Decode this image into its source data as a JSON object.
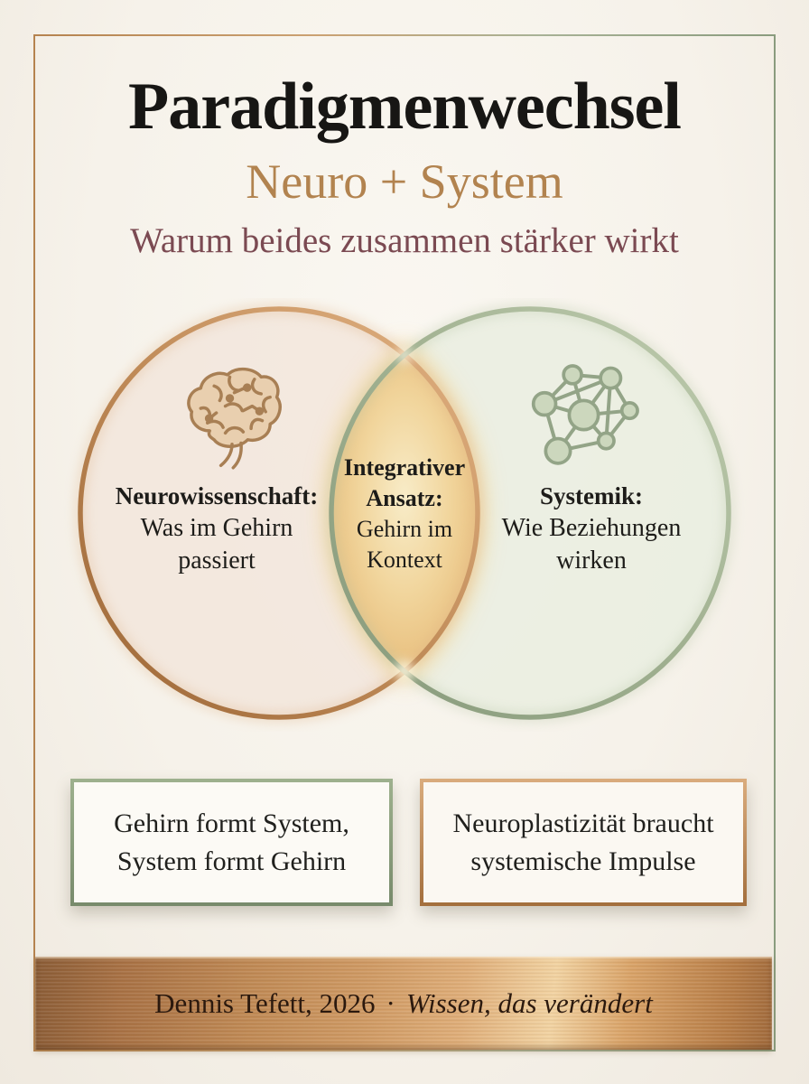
{
  "header": {
    "title": "Paradigmenwechsel",
    "subtitle": "Neuro + System",
    "tagline": "Warum beides zusammen stärker wirkt"
  },
  "venn": {
    "left": {
      "icon": "brain-icon",
      "heading": "Neurowissenschaft:",
      "line1": "Was im Gehirn",
      "line2": "passiert"
    },
    "center": {
      "heading1": "Integrativer",
      "heading2": "Ansatz:",
      "line1": "Gehirn im",
      "line2": "Kontext"
    },
    "right": {
      "icon": "network-icon",
      "heading": "Systemik:",
      "line1": "Wie Beziehungen",
      "line2": "wirken"
    }
  },
  "statements": [
    {
      "line1": "Gehirn formt System,",
      "line2": "System formt Gehirn",
      "accent": "#8a9c7e"
    },
    {
      "line1": "Neuroplastizität braucht",
      "line2": "systemische Impulse",
      "accent": "#b9895a"
    }
  ],
  "footer": {
    "credit": "Dennis Tefett, 2026",
    "separator": "·",
    "slogan": "Wissen, das verändert"
  },
  "colors": {
    "background": "#f6f2ea",
    "title": "#171614",
    "copper": "#b2834f",
    "burgundy": "#7b4a52",
    "sage": "#8a9c7e",
    "gold_overlap": "#eecb8e",
    "banner_copper": "#c08a55"
  }
}
